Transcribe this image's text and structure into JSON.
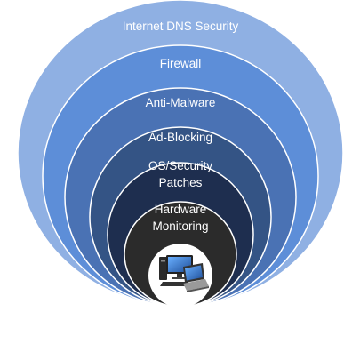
{
  "diagram": {
    "layers": [
      {
        "label": "Internet DNS Security",
        "color": "#8fb0e3"
      },
      {
        "label": "Firewall",
        "color": "#5d8ed8"
      },
      {
        "label": "Anti-Malware",
        "color": "#4a72b4"
      },
      {
        "label": "Ad-Blocking",
        "color": "#345485"
      },
      {
        "label": "OS/Security",
        "label_line2": "Patches",
        "color": "#1e2e4f"
      },
      {
        "label": "Hardware",
        "label_line2": "Monitoring",
        "color": "#2b2b2b"
      }
    ],
    "center": {
      "icon": "computer-devices-icon",
      "color": "#ffffff"
    }
  }
}
